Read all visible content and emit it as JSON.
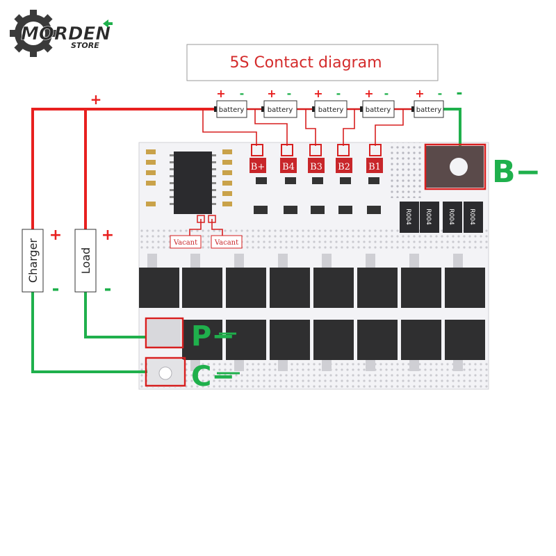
{
  "logo": {
    "brand": "MORDEN",
    "sub": "STORE"
  },
  "title": "5S Contact diagram",
  "batteries": [
    "battery",
    "battery",
    "battery",
    "battery",
    "battery"
  ],
  "battery_polarity": {
    "plus": "+",
    "minus": "-"
  },
  "taps": [
    "B+",
    "B4",
    "B3",
    "B2",
    "B1"
  ],
  "vacant_labels": [
    "Vacant",
    "Vacant"
  ],
  "resistor_marks": [
    "R004",
    "R004",
    "R004",
    "R004"
  ],
  "external": {
    "charger": "Charger",
    "load": "Load",
    "plus": "+",
    "minus": "-"
  },
  "main_plus": "+",
  "terminals": {
    "b_minus": "B−",
    "p_minus": "P−",
    "c_minus": "C−"
  },
  "colors": {
    "positive": "#e8201f",
    "negative": "#1fb04c",
    "tap": "#d71f1f",
    "board": "#f4f4f6",
    "mosfet": "#2f2f30"
  }
}
